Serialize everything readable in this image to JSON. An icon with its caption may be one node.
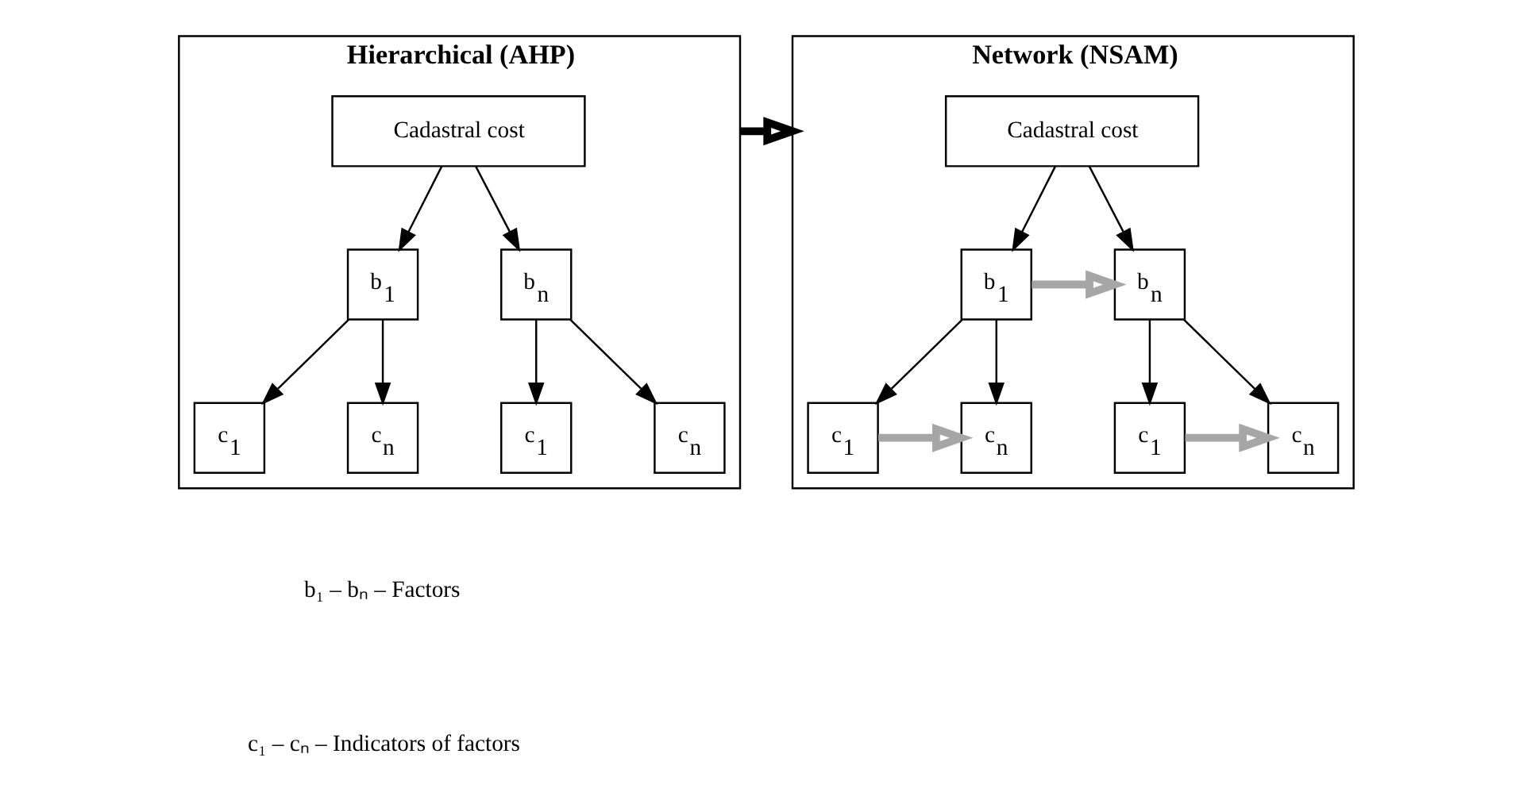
{
  "diagram": {
    "nodes": [
      {
        "text": [
          "Hierarchical (AHP)"
        ]
      },
      {
        "text": [
          "Cadastral cost"
        ],
        "in": 0
      },
      {
        "text": [
          "b$_{1}$"
        ],
        "in": 0
      },
      {
        "text": [
          "b$_{n}$"
        ],
        "in": 0
      },
      {
        "text": [
          "c$_{1}$"
        ],
        "in": 0
      },
      {
        "text": [
          "c$_{n}$"
        ],
        "in": 0
      },
      {
        "text": [
          "c$_{1}$"
        ],
        "in": 0
      },
      {
        "text": [
          "c$_{n}$"
        ],
        "in": 0
      },
      {
        "text": [
          "Network (NSAM)"
        ]
      },
      {
        "text": [
          "Cadastral cost"
        ],
        "in": 8
      },
      {
        "text": [
          "b$_{1}$"
        ],
        "in": 8
      },
      {
        "text": [
          "b$_{n}$"
        ],
        "in": 8
      },
      {
        "text": [
          "c$_{1}$"
        ],
        "in": 8
      },
      {
        "text": [
          "c$_{n}$"
        ],
        "in": 8
      },
      {
        "text": [
          "c$_{1}$"
        ],
        "in": 8
      },
      {
        "text": [
          "c$_{n}$"
        ],
        "in": 8
      }
    ],
    "edges": [
      {
        "from": 1,
        "to": 2,
        "arrow": "to"
      },
      {
        "from": 1,
        "to": 3,
        "arrow": "to"
      },
      {
        "from": 2,
        "to": 4,
        "arrow": "to"
      },
      {
        "from": 2,
        "to": 5,
        "arrow": "to"
      },
      {
        "from": 3,
        "to": 6,
        "arrow": "to"
      },
      {
        "from": 3,
        "to": 7,
        "arrow": "to"
      },
      {
        "from": 0,
        "to": 8,
        "arrow": "to",
        "style": "thick"
      },
      {
        "from": 9,
        "to": 10,
        "arrow": "to"
      },
      {
        "from": 9,
        "to": 11,
        "arrow": "to"
      },
      {
        "from": 10,
        "to": 12,
        "arrow": "to"
      },
      {
        "from": 10,
        "to": 13,
        "arrow": "to"
      },
      {
        "from": 11,
        "to": 14,
        "arrow": "to"
      },
      {
        "from": 11,
        "to": 15,
        "arrow": "to"
      },
      {
        "from": 10,
        "to": 11,
        "arrow": "to",
        "style": "thick",
        "color": "#a6a6a6"
      },
      {
        "from": 12,
        "to": 13,
        "arrow": "to",
        "style": "thick",
        "color": "#a6a6a6"
      },
      {
        "from": 14,
        "to": 15,
        "arrow": "to",
        "style": "thick",
        "color": "#a6a6a6"
      }
    ],
    "labels": [
      "b₁ – bₙ – Factors",
      "c₁ – cₙ – Indicators of factors"
    ]
  }
}
